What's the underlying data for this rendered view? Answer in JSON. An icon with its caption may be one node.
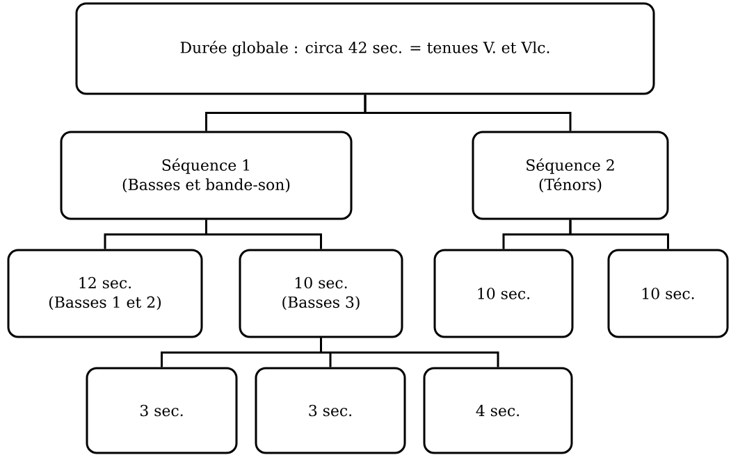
{
  "diagram": {
    "nodes": [
      {
        "text": [
          "Durée globale : circa 42 sec. = tenues V. et Vlc."
        ]
      },
      {
        "text": [
          "Séquence 1",
          "(Basses et bande-son)"
        ]
      },
      {
        "text": [
          "Séquence 2",
          "(Ténors)"
        ]
      },
      {
        "text": [
          "12 sec.",
          "(Basses 1 et 2)"
        ]
      },
      {
        "text": [
          "10 sec.",
          "(Basses 3)"
        ]
      },
      {
        "text": [
          "10 sec."
        ]
      },
      {
        "text": [
          "10 sec."
        ]
      },
      {
        "text": [
          "3 sec."
        ]
      },
      {
        "text": [
          "3 sec."
        ]
      },
      {
        "text": [
          "4 sec."
        ]
      }
    ],
    "edges": [
      {
        "from": 0,
        "to": 1,
        "arrow": "none"
      },
      {
        "from": 0,
        "to": 2,
        "arrow": "none"
      },
      {
        "from": 1,
        "to": 3,
        "arrow": "none"
      },
      {
        "from": 1,
        "to": 4,
        "arrow": "none"
      },
      {
        "from": 2,
        "to": 5,
        "arrow": "none"
      },
      {
        "from": 2,
        "to": 6,
        "arrow": "none"
      },
      {
        "from": 4,
        "to": 7,
        "arrow": "none"
      },
      {
        "from": 4,
        "to": 8,
        "arrow": "none"
      },
      {
        "from": 4,
        "to": 9,
        "arrow": "none"
      }
    ]
  }
}
